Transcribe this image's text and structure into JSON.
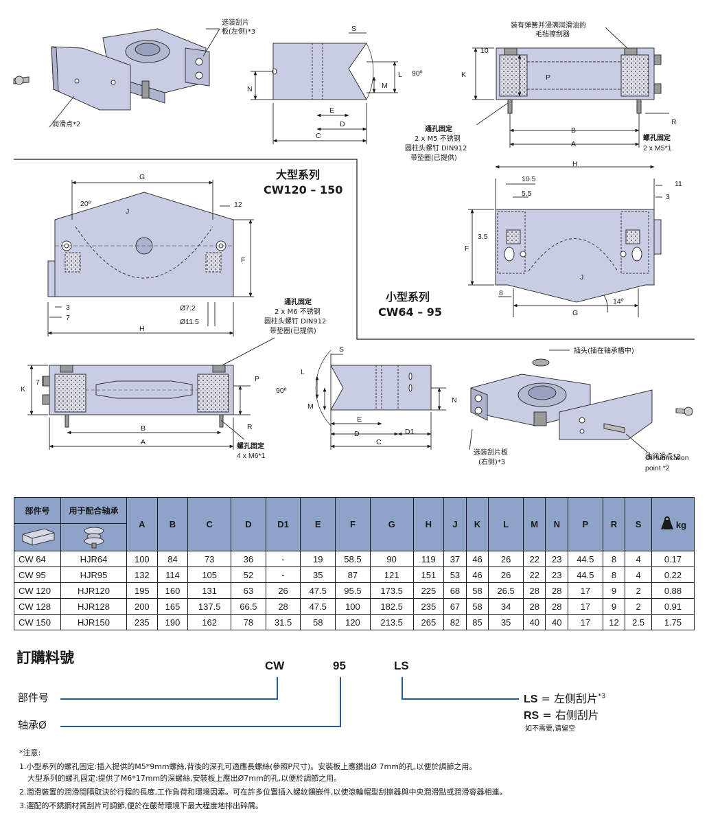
{
  "drawings": {
    "top_left": {
      "scraper_option_left": "选装刮片",
      "scraper_option_left_2": "板(左侧)*3",
      "lube_point": "润滑点*2"
    },
    "top_mid_labels": {
      "S": "S",
      "L": "L",
      "M": "M",
      "N": "N",
      "E": "E",
      "D": "D",
      "C": "C",
      "angle": "90º"
    },
    "top_right": {
      "felt_note_1": "装有弹簧并浸满润滑油的",
      "felt_note_2": "毛毡擦刮器",
      "dim_10": "10",
      "K": "K",
      "P": "P",
      "R": "R",
      "B": "B",
      "A": "A",
      "through_title": "通孔固定",
      "through_line1": "2 x M5 不锈钢",
      "through_line2": "圆柱头螺钉 DIN912",
      "through_line3": "带垫圈(已提供)",
      "tapped_title": "螺孔固定",
      "tapped_line1": "2 x M5*1"
    },
    "large_series": {
      "title": "大型系列",
      "models": "CW120 – 150",
      "G": "G",
      "J": "J",
      "F": "F",
      "H": "H",
      "angle": "20º",
      "dim_12": "12",
      "dim_3": "3",
      "dim_7": "7",
      "dia_72": "Ø7.2",
      "dia_115": "Ø11.5",
      "through_title": "通孔固定",
      "through_line1": "2 x M6 不锈钢",
      "through_line2": "圆柱头螺钉 DIN912",
      "through_line3": "带垫圈(已提供)"
    },
    "small_series": {
      "title": "小型系列",
      "models": "CW64 – 95",
      "H": "H",
      "F": "F",
      "G": "G",
      "J": "J",
      "dim_105": "10.5",
      "dim_55": "5.5",
      "dim_11": "11",
      "dim_3": "3",
      "dim_35": "3.5",
      "dim_8": "8",
      "angle": "14º"
    },
    "bottom_left": {
      "K": "K",
      "dim_7": "7",
      "P": "P",
      "R": "R",
      "B": "B",
      "A": "A",
      "tapped_title": "螺孔固定",
      "tapped_line1": "4 x M6*1"
    },
    "bottom_mid": {
      "S": "S",
      "L": "L",
      "M": "M",
      "N": "N",
      "E": "E",
      "D": "D",
      "D1": "D1",
      "C": "C",
      "angle": "90º"
    },
    "bottom_right": {
      "plug_note": "插头(插在轴承槽中)",
      "scraper_option_right_1": "选装刮片板",
      "scraper_option_right_2": "(右侧)*3",
      "lube_point_cn": "油润滑点*2",
      "lube_point_en_1": "Oil lubrication",
      "lube_point_en_2": "point *2"
    }
  },
  "table": {
    "headers": [
      "部件号",
      "用于配合轴承",
      "A",
      "B",
      "C",
      "D",
      "D1",
      "E",
      "F",
      "G",
      "H",
      "J",
      "K",
      "L",
      "M",
      "N",
      "P",
      "R",
      "S",
      "kg"
    ],
    "rows": [
      [
        "CW  64",
        "HJR64",
        "100",
        "84",
        "73",
        "36",
        "-",
        "19",
        "58.5",
        "90",
        "119",
        "37",
        "46",
        "26",
        "22",
        "23",
        "44.5",
        "8",
        "4",
        "0.17"
      ],
      [
        "CW  95",
        "HJR95",
        "132",
        "114",
        "105",
        "52",
        "-",
        "35",
        "87",
        "121",
        "151",
        "53",
        "46",
        "26",
        "22",
        "23",
        "44.5",
        "8",
        "4",
        "0.22"
      ],
      [
        "CW  120",
        "HJR120",
        "195",
        "160",
        "131",
        "63",
        "26",
        "47.5",
        "95.5",
        "173.5",
        "225",
        "68",
        "58",
        "26.5",
        "28",
        "28",
        "17",
        "9",
        "2",
        "0.88"
      ],
      [
        "CW  128",
        "HJR128",
        "200",
        "165",
        "137.5",
        "66.5",
        "28",
        "47.5",
        "100",
        "182.5",
        "235",
        "67",
        "58",
        "34",
        "28",
        "28",
        "17",
        "9",
        "2",
        "0.91"
      ],
      [
        "CW  150",
        "HJR150",
        "235",
        "190",
        "162",
        "78",
        "31.5",
        "58",
        "120",
        "213.5",
        "265",
        "82",
        "85",
        "35",
        "40",
        "40",
        "17",
        "12",
        "2.5",
        "1.75"
      ]
    ]
  },
  "ordering": {
    "title": "訂購料號",
    "code_1": "CW",
    "code_2": "95",
    "code_3": "LS",
    "label_part": "部件号",
    "label_bearing": "轴承Ø",
    "opt_ls_code": "LS",
    "opt_ls_text": "= 左侧刮片",
    "opt_ls_sup": "*3",
    "opt_rs_code": "RS",
    "opt_rs_text": "= 右侧刮片",
    "opt_note": "如不需要,请留空"
  },
  "notes": {
    "title": "*注意:",
    "n1": "1.小型系列的螺孔固定:插入提供的M5*9mm螺絲,背後的深孔可適應長螺絲(參照P尺寸)。安裝板上應鑽出Ø 7mm的孔,以便於調節之用。",
    "n1b": "大型系列的螺孔固定:提供了M6*17mm的深螺絲,安裝板上應出Ø7mm的孔,以便於調節之用。",
    "n2": "2.潤滑裝置的潤滑間隔取決於行程的長度,工作負荷和環境因素。可在許多位置插入螺紋鑲嵌件,以使滾輪帽型刮擦器與中央潤滑點或潤滑容器相連。",
    "n3": "3.選配的不銹鋼材質刮片可調節,便於在嚴苛環境下最大程度地排出碎屑。"
  },
  "colors": {
    "body_fill": "#c8cde3",
    "table_header": "#8da3c8",
    "order_line": "#1f5aa6"
  }
}
